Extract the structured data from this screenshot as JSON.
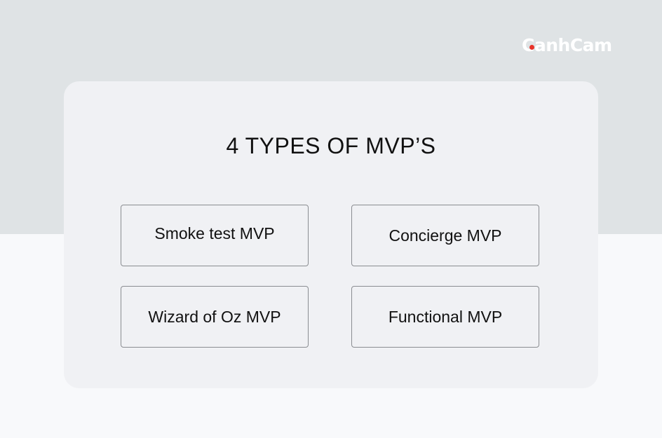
{
  "logo": {
    "text_first": "C",
    "text_rest": "anhCam",
    "dot_color": "#e8332a"
  },
  "title": "4 TYPES OF MVP’S",
  "types": [
    "Smoke test MVP",
    "Concierge MVP",
    "Wizard of Oz MVP",
    "Functional MVP"
  ],
  "colors": {
    "background_top": "#dfe3e5",
    "background_bottom": "#f8f9fb",
    "card": "#f0f1f4",
    "border": "#8a8d91",
    "text": "#111111"
  }
}
